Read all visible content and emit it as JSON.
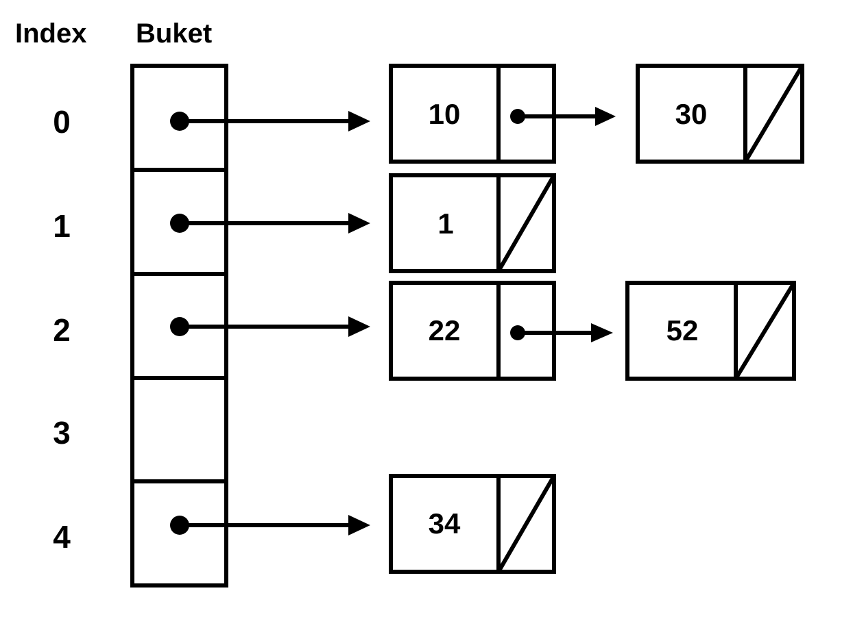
{
  "title": "Hash table with separate chaining diagram",
  "colors": {
    "stroke": "#000000",
    "background": "#ffffff",
    "text": "#000000"
  },
  "headers": {
    "index_label": "Index",
    "bucket_label": "Buket"
  },
  "buckets": [
    {
      "index": "0",
      "has_pointer": true,
      "chain": [
        {
          "value": "10",
          "next_is_null": false
        },
        {
          "value": "30",
          "next_is_null": true
        }
      ]
    },
    {
      "index": "1",
      "has_pointer": true,
      "chain": [
        {
          "value": "1",
          "next_is_null": true
        }
      ]
    },
    {
      "index": "2",
      "has_pointer": true,
      "chain": [
        {
          "value": "22",
          "next_is_null": false
        },
        {
          "value": "52",
          "next_is_null": true
        }
      ]
    },
    {
      "index": "3",
      "has_pointer": false,
      "chain": []
    },
    {
      "index": "4",
      "has_pointer": true,
      "chain": [
        {
          "value": "34",
          "next_is_null": true
        }
      ]
    }
  ],
  "icons": {
    "pointer_dot": "filled-dot-icon",
    "arrow": "arrow-right-icon",
    "null_marker": "null-slash-icon"
  }
}
